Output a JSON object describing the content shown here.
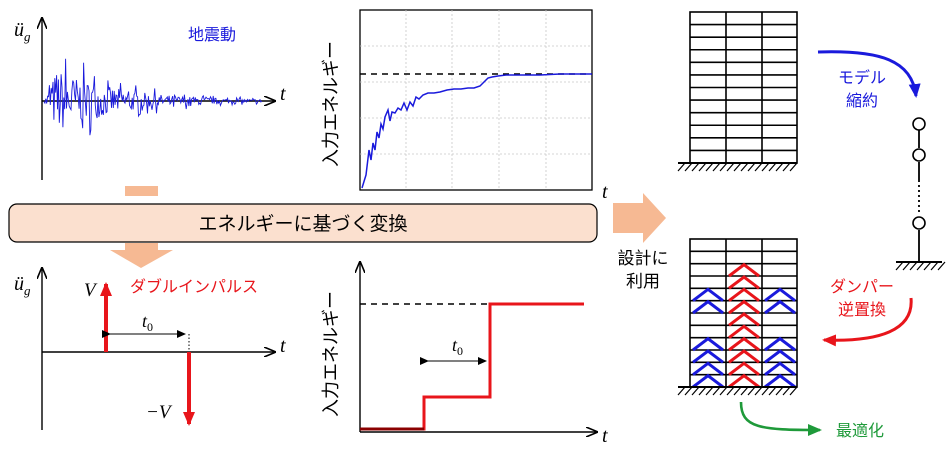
{
  "colors": {
    "blue": "#1a1adc",
    "red": "#e8151b",
    "darkred": "#8b0000",
    "green": "#1f9a3a",
    "banner_fill": "#fbe0cf",
    "arrow_fill": "#f6b993",
    "black": "#000000"
  },
  "labels": {
    "ground_motion": "地震動",
    "input_energy": "入力エネルギー",
    "banner": "エネルギーに基づく変換",
    "double_impulse": "ダブルインパルス",
    "use_for_design_line1": "設計に",
    "use_for_design_line2": "利用",
    "model_reduction_line1": "モデル",
    "model_reduction_line2": "縮約",
    "damper_line1": "ダンパー",
    "damper_line2": "逆置換",
    "optimize": "最適化",
    "t": "t",
    "t0": "t",
    "t0_sub": "0",
    "ug_u": "ü",
    "ug_sub": "g",
    "V": "V",
    "minusV": "−V"
  }
}
